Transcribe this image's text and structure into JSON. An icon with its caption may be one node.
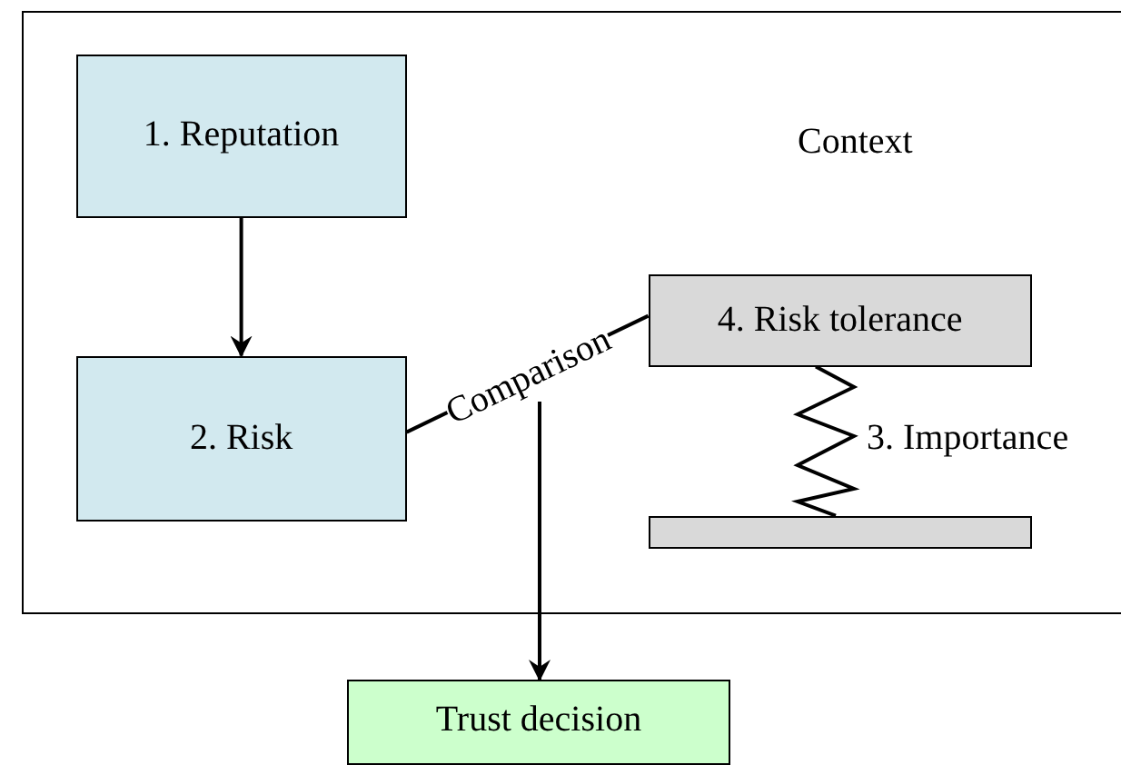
{
  "diagram": {
    "nodes": [
      {
        "text": [
          "Context"
        ]
      },
      {
        "text": [
          "1. Reputation"
        ],
        "in": 0
      },
      {
        "text": [
          "2. Risk"
        ],
        "in": 0
      },
      {
        "text": [
          "4. Risk tolerance"
        ],
        "in": 0
      },
      {
        "text": [],
        "shape": "bar",
        "in": 0
      },
      {
        "text": [
          "Trust decision"
        ]
      }
    ],
    "edges": [
      {
        "from": 1,
        "to": 2,
        "arrow": "to"
      },
      {
        "from": 2,
        "to": 3,
        "arrow": "none",
        "label": "Comparison"
      },
      {
        "from": null,
        "to": 5,
        "arrow": "to"
      },
      {
        "from": 3,
        "to": 4,
        "arrow": "none",
        "label": "3. Importance"
      }
    ]
  }
}
